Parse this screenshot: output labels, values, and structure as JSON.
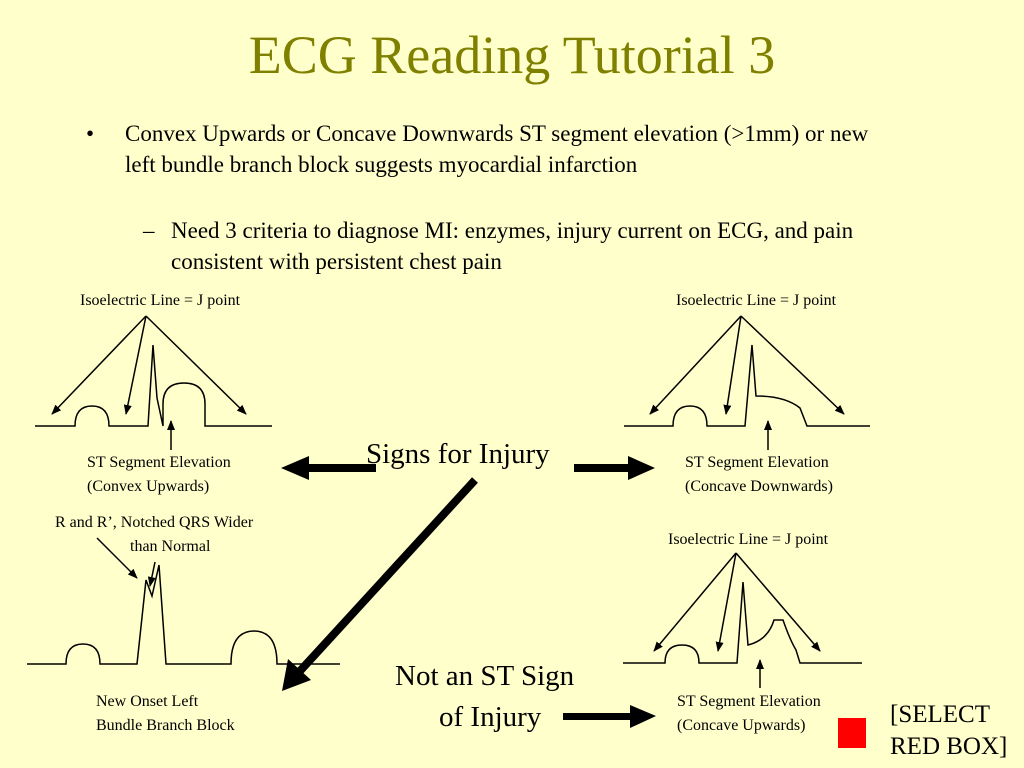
{
  "title": "ECG Reading Tutorial 3",
  "bullet": {
    "marker": "•",
    "text": "Convex Upwards or Concave Downwards ST segment elevation (>1mm) or new left bundle branch block suggests myocardial infarction"
  },
  "subbullet": {
    "marker": "–",
    "text": "Need 3 criteria to diagnose MI: enzymes, injury current on ECG, and pain consistent with persistent chest pain"
  },
  "diagrams": {
    "top_left": {
      "top_label": "Isoelectric Line = J point",
      "bottom_label_1": "ST Segment Elevation",
      "bottom_label_2": "(Convex Upwards)"
    },
    "top_right": {
      "top_label": "Isoelectric Line = J point",
      "bottom_label_1": "ST Segment Elevation",
      "bottom_label_2": "(Concave Downwards)"
    },
    "bottom_left": {
      "top_label_1": "R and R’, Notched QRS Wider",
      "top_label_2": "than Normal",
      "bottom_label_1": "New Onset Left",
      "bottom_label_2": "Bundle Branch Block"
    },
    "bottom_right": {
      "top_label": "Isoelectric Line = J point",
      "bottom_label_1": "ST Segment Elevation",
      "bottom_label_2": "(Concave Upwards)"
    }
  },
  "center": {
    "signs": "Signs for Injury",
    "not_sign_1": "Not an ST Sign",
    "not_sign_2": "of Injury"
  },
  "select": {
    "line1": "[SELECT",
    "line2": "RED BOX]",
    "box_color": "#FF0000"
  },
  "colors": {
    "background": "#FFFFCC",
    "title": "#808000"
  }
}
